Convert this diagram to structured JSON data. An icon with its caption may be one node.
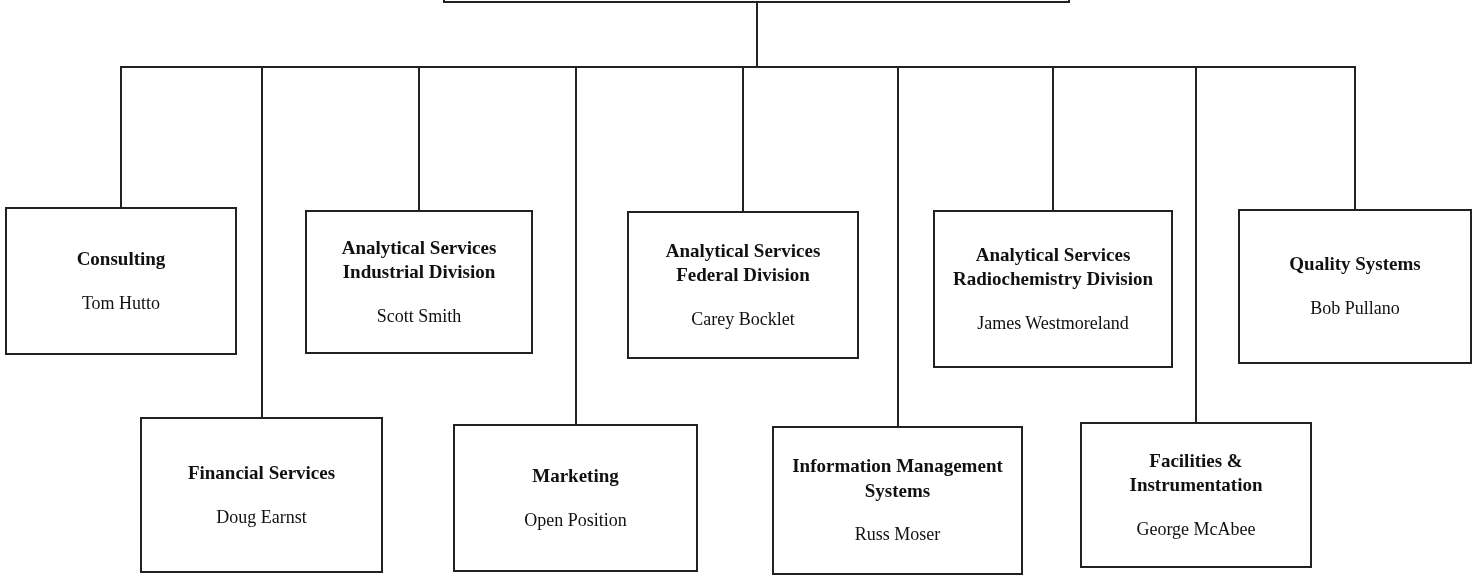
{
  "diagram": {
    "nodes": [
      {
        "text": [],
        "shape": "box"
      },
      {
        "text": [
          "Consulting",
          "Tom Hutto"
        ]
      },
      {
        "text": [
          "Financial Services",
          "Doug Earnst"
        ]
      },
      {
        "text": [
          "Analytical Services Industrial Division",
          "Scott Smith"
        ]
      },
      {
        "text": [
          "Marketing",
          "Open Position"
        ]
      },
      {
        "text": [
          "Analytical Services Federal Division",
          "Carey Bocklet"
        ]
      },
      {
        "text": [
          "Information Management Systems",
          "Russ Moser"
        ]
      },
      {
        "text": [
          "Analytical Services Radiochemistry Division",
          "James Westmoreland"
        ]
      },
      {
        "text": [
          "Facilities & Instrumentation",
          "George McAbee"
        ]
      },
      {
        "text": [
          "Quality Systems",
          "Bob Pullano"
        ]
      }
    ],
    "edges": [
      {
        "from": 0,
        "to": 1,
        "arrow": "none"
      },
      {
        "from": 0,
        "to": 2,
        "arrow": "none"
      },
      {
        "from": 0,
        "to": 3,
        "arrow": "none"
      },
      {
        "from": 0,
        "to": 4,
        "arrow": "none"
      },
      {
        "from": 0,
        "to": 5,
        "arrow": "none"
      },
      {
        "from": 0,
        "to": 6,
        "arrow": "none"
      },
      {
        "from": 0,
        "to": 7,
        "arrow": "none"
      },
      {
        "from": 0,
        "to": 8,
        "arrow": "none"
      },
      {
        "from": 0,
        "to": 9,
        "arrow": "none"
      }
    ]
  }
}
